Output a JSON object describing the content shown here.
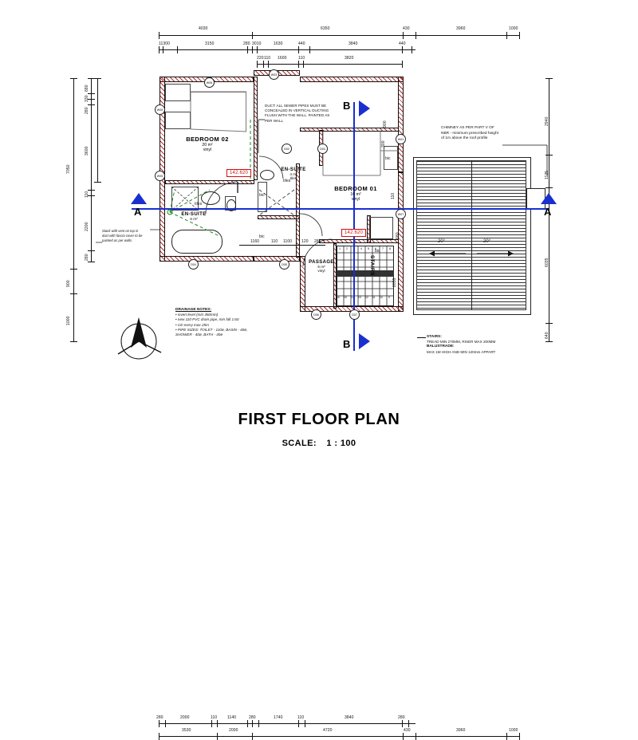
{
  "sheet": {
    "title": "FIRST FLOOR PLAN",
    "scale_label": "SCALE:",
    "scale_value": "1 : 100",
    "accent_red": "#d01010",
    "accent_blue": "#1a2fd0",
    "wall_hatch": "#b03030"
  },
  "rooms": [
    {
      "name": "BEDROOM 02",
      "area": "20 m²",
      "finish": "vinyl"
    },
    {
      "name": "BEDROOM 01",
      "area": "16 m²",
      "finish": "vinyl"
    },
    {
      "name": "EN-SUITE",
      "area": "4 m²",
      "finish": "tiles"
    },
    {
      "name": "EN-SUITE",
      "area": "6 m²",
      "finish": "tiles"
    },
    {
      "name": "PASSAGE",
      "area": "6 m²",
      "finish": "vinyl"
    },
    {
      "name": "STAIRS",
      "area": "",
      "finish": ""
    }
  ],
  "labels": {
    "tiles_1": "tiles",
    "tiles_2": "tiles",
    "bic_1": "bic",
    "bic_2": "bic",
    "bic_3": "bic",
    "bic_4": "bic"
  },
  "levels": [
    {
      "value": "142.620"
    },
    {
      "value": "142.620"
    }
  ],
  "section_marks": [
    {
      "letter": "A",
      "side": "left"
    },
    {
      "letter": "A",
      "side": "right"
    },
    {
      "letter": "B",
      "side": "top"
    },
    {
      "letter": "B",
      "side": "bottom"
    }
  ],
  "notes": {
    "duct": [
      "DUCT: ALL SEWER PIPES MUST BE",
      "CONCEALED IN VERTICAL DUCTING",
      "FLUSH WITH THE WALL. PAINTED AS",
      "PER WALL"
    ],
    "chimney": [
      "CHIMNEY AS PER PART V OF",
      "NBR - minimum prescribed height",
      "of 1m above the roof profile"
    ],
    "stack": [
      "Stack with vent on top in",
      "duct with fascia cover to be",
      "painted as per walls."
    ],
    "drainage_title": "DRAINAGE NOTES:",
    "drainage": [
      "• invert level (min 450mm)",
      "• new 110 PVC drain pipe, min fall 1:60",
      "• CE every max 25m",
      "• PIPE SIZES: TOILET - 110ø, BASIN - 40ø,",
      "   SHOWER - 40ø, BATH - 40ø"
    ],
    "stairs_title": "STAIRS:",
    "stairs_body": "TREAD MIN 270MM, RISER MAX 200MM",
    "balustrade_title": "BALUSTRADE:",
    "balustrade_body": "MAX 1M HIGH AND MIN 120mm APPART"
  },
  "roof": {
    "pitch_left": "20°",
    "pitch_right": "20°"
  },
  "dimensions": {
    "top_outer": [
      "4030",
      "6350",
      "430",
      "3960",
      "1000"
    ],
    "top_mid": [
      "11300",
      "3150",
      "280",
      "3010",
      "1630",
      "440",
      "3840",
      "440"
    ],
    "top_inner": [
      "220",
      "110",
      "1600",
      "110",
      "3820"
    ],
    "bottom_inner": [
      "280",
      "2000",
      "110",
      "1140",
      "280",
      "1740",
      "110",
      "280",
      "3840",
      "280",
      "110"
    ],
    "bottom_outer": [
      "3530",
      "2000",
      "4720",
      "430",
      "3960",
      "1000"
    ],
    "left_inner": [
      "680",
      "330",
      "280",
      "3600",
      "110",
      "2200",
      "280"
    ],
    "left_outer": [
      "7050",
      "900",
      "1000"
    ],
    "right_inner": [
      "2940",
      "1125",
      "6035",
      "640"
    ],
    "interior": [
      "1160",
      "110",
      "1100",
      "120",
      "280",
      "110",
      "300",
      "110",
      "900",
      "1060",
      "2055",
      "110",
      "680"
    ]
  },
  "stairs": {
    "up_numbers": [
      "1",
      "2",
      "3",
      "4",
      "5",
      "6",
      "7",
      "8"
    ],
    "down_numbers": [
      "16",
      "15",
      "14",
      "13",
      "12",
      "11",
      "10",
      "9"
    ]
  },
  "compass": {
    "label": "N"
  }
}
